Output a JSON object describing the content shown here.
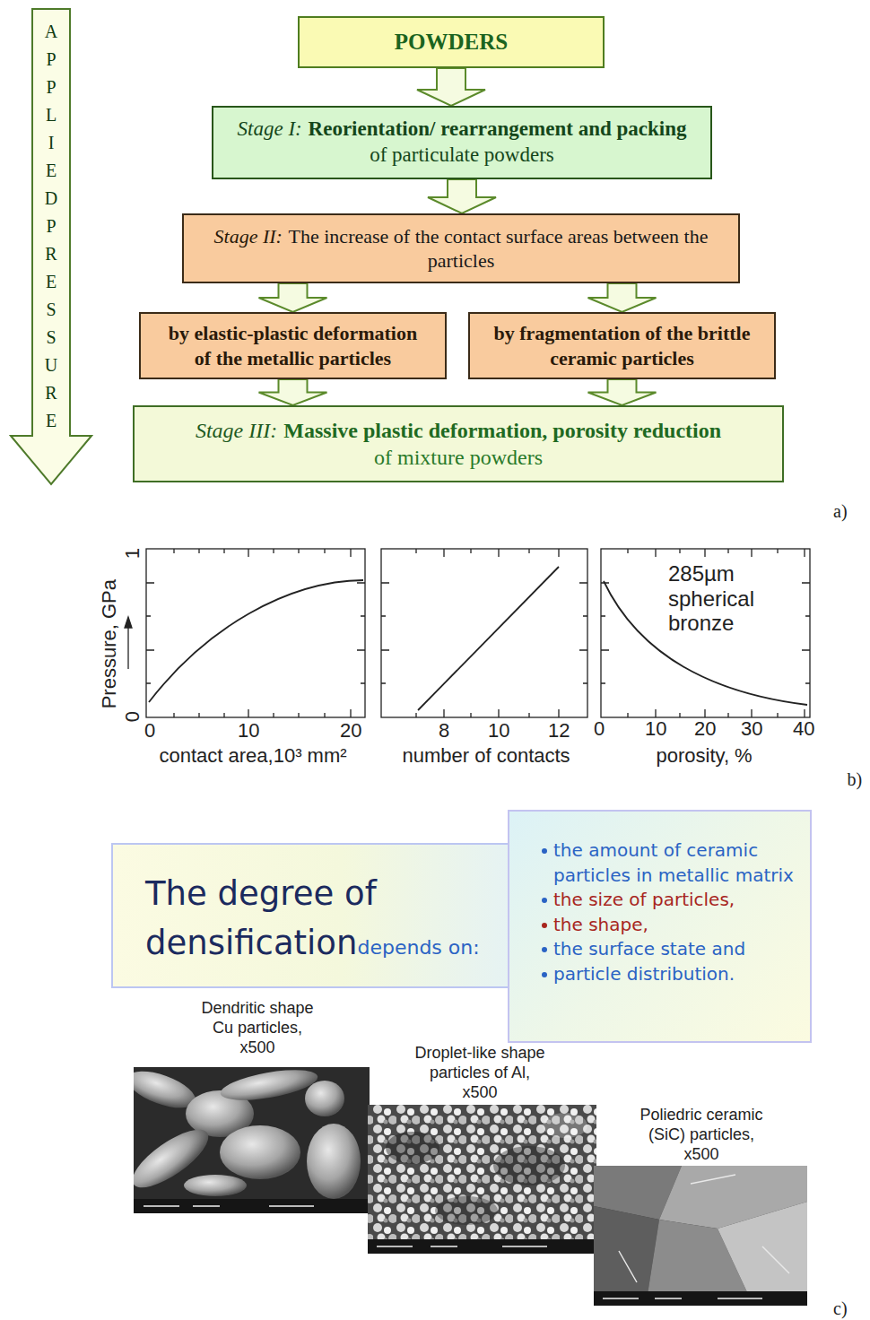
{
  "diagram": {
    "nodes": [
      {
        "text": [
          "APPLIED PRESSURE"
        ]
      },
      {
        "text": [
          "POWDERS"
        ]
      },
      {
        "text": [
          "Stage I:",
          "Reorientation/ rearrangement and packing",
          "of particulate powders"
        ]
      },
      {
        "text": [
          "Stage II:",
          "The increase of the contact surface areas between the particles"
        ]
      },
      {
        "text": [
          "by elastic-plastic deformation of the metallic particles"
        ]
      },
      {
        "text": [
          "by fragmentation of the brittle ceramic particles"
        ]
      },
      {
        "text": [
          "Stage III:",
          "Massive plastic deformation, porosity reduction",
          "of mixture powders"
        ]
      },
      {
        "text": [
          "The degree of densification",
          "depends on:"
        ]
      },
      {
        "text": [
          "the amount of ceramic particles in metallic matrix",
          "the size of particles,",
          "the shape,",
          "the surface state and",
          "particle distribution."
        ]
      }
    ],
    "edges": [
      {
        "from": 1,
        "to": 2,
        "arrow": "to"
      },
      {
        "from": 2,
        "to": 3,
        "arrow": "to"
      },
      {
        "from": 3,
        "to": 4,
        "arrow": "to"
      },
      {
        "from": 3,
        "to": 5,
        "arrow": "to"
      },
      {
        "from": 4,
        "to": 6,
        "arrow": "to"
      },
      {
        "from": 5,
        "to": 6,
        "arrow": "to"
      }
    ],
    "labels": [
      "a)",
      "Pressure, GPa",
      "0",
      "1",
      "0",
      "10",
      "20",
      "contact area,10³ mm²",
      "8",
      "10",
      "12",
      "number of contacts",
      "0",
      "10",
      "20",
      "30",
      "40",
      "porosity, %",
      "285µm spherical bronze",
      "b)",
      "Dendritic shape Cu particles, x500",
      "Droplet-like shape particles of Al, x500",
      "Poliedric ceramic (SiC) particles, x500",
      "c)"
    ]
  }
}
